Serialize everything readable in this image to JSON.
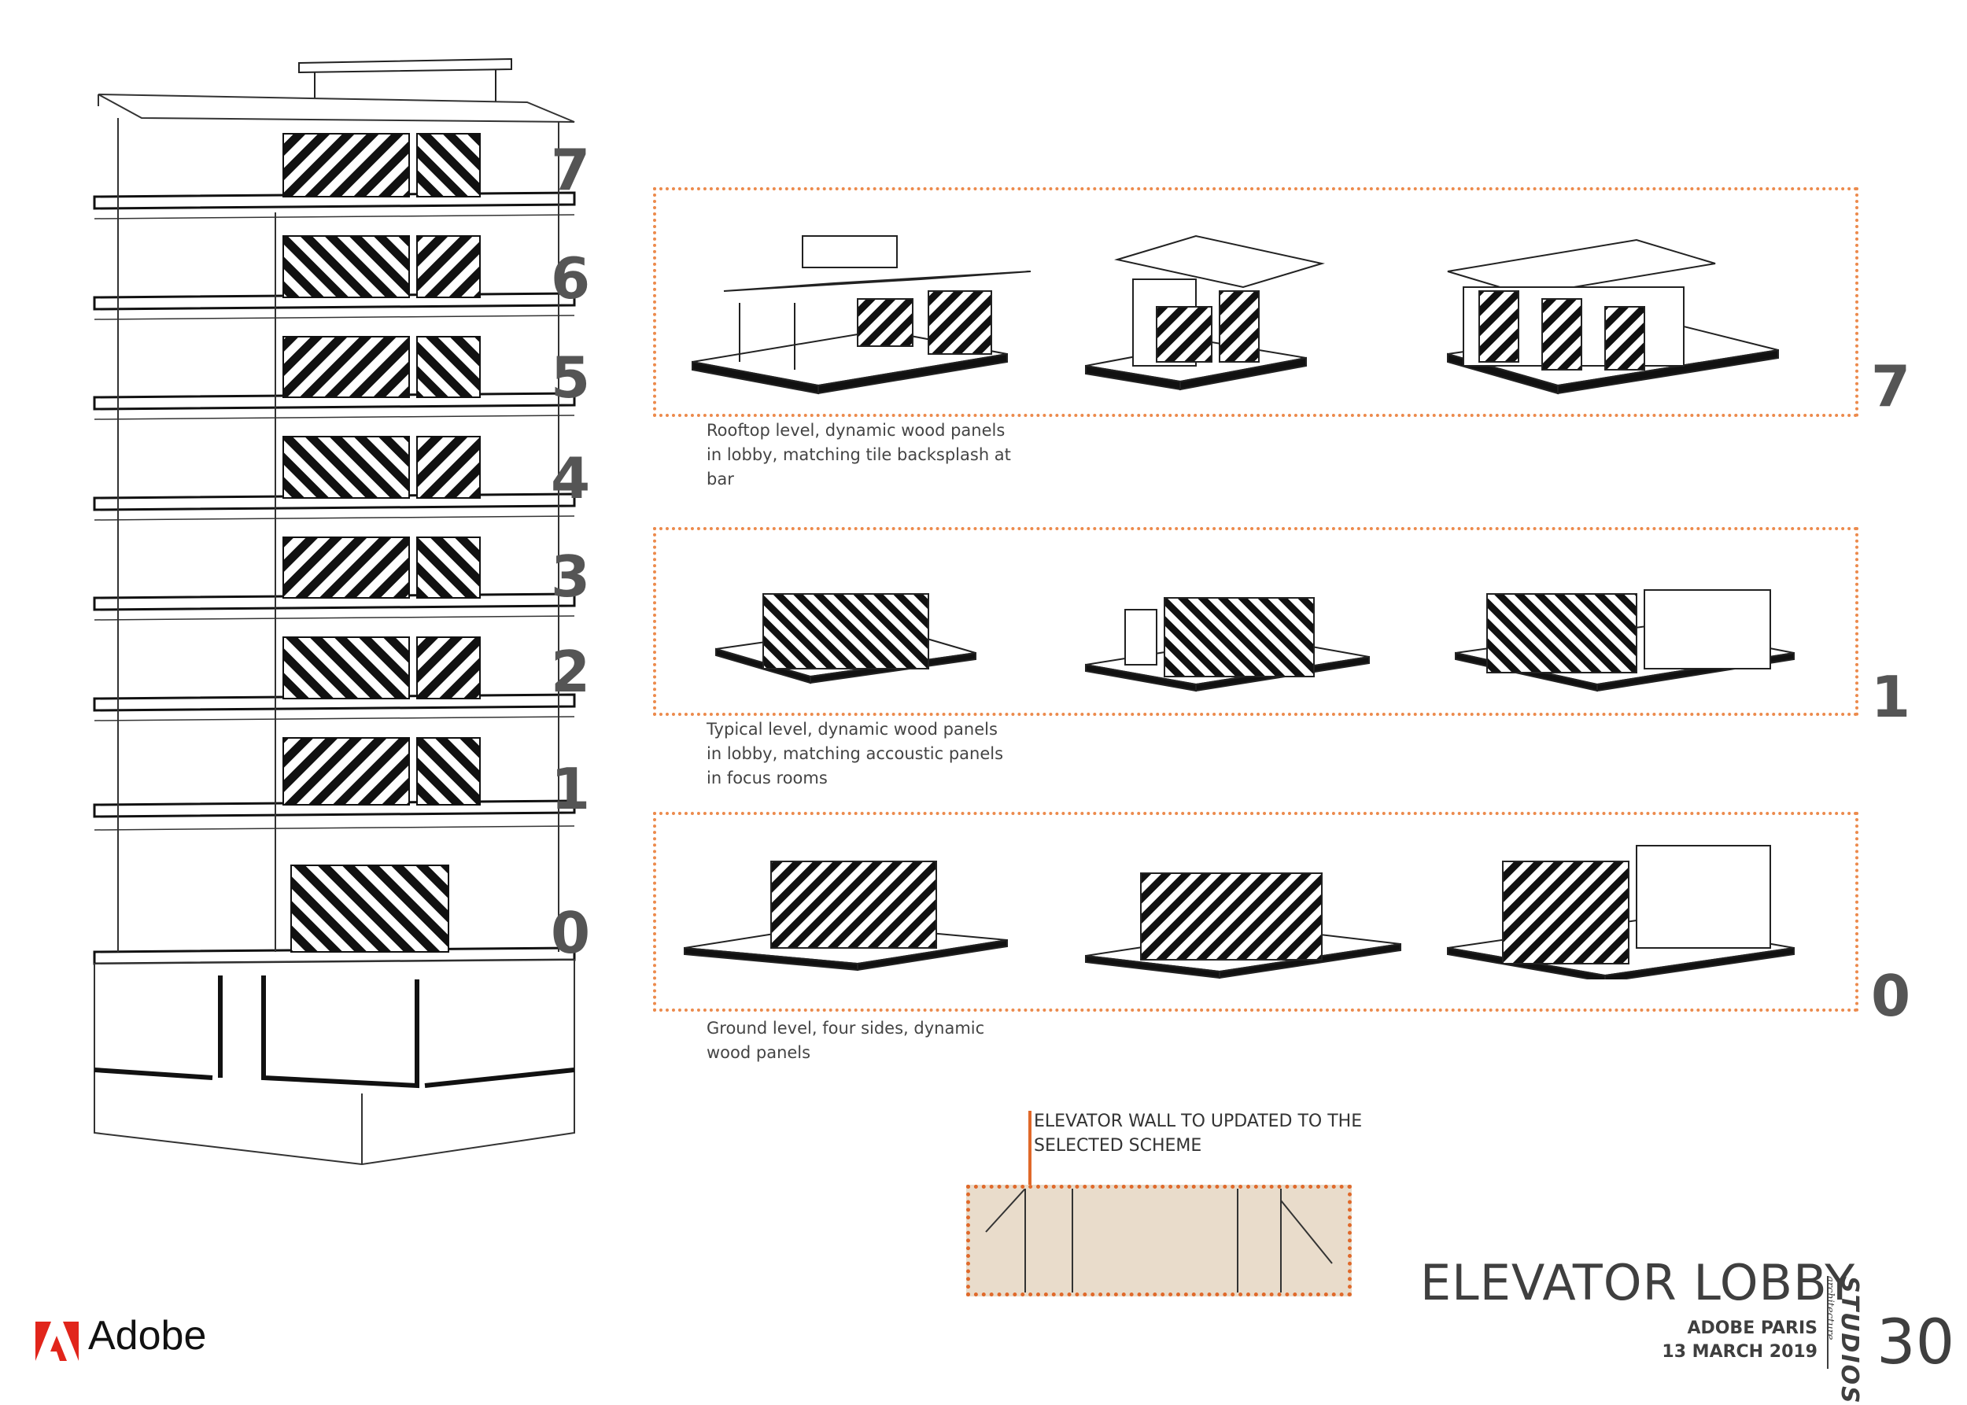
{
  "floors": [
    "7",
    "6",
    "5",
    "4",
    "3",
    "2",
    "1",
    "0"
  ],
  "levels": [
    {
      "number": "7",
      "caption": "Rooftop level, dynamic wood panels\nin lobby, matching tile backsplash at\nbar"
    },
    {
      "number": "1",
      "caption": "Typical level, dynamic wood panels\nin lobby, matching accoustic panels\nin focus rooms"
    },
    {
      "number": "0",
      "caption": "Ground level, four sides, dynamic\nwood panels"
    }
  ],
  "elevator_note": "ELEVATOR WALL TO UPDATED TO THE\nSELECTED SCHEME",
  "title": "ELEVATOR LOBBY",
  "project": "ADOBE PARIS",
  "date": "13 MARCH 2019",
  "page_number": "30",
  "studio": {
    "name": "STUDIOS",
    "sub": "architecture"
  },
  "brand": {
    "name": "Adobe"
  },
  "colors": {
    "accent": "#ec8a4c",
    "elevator_line": "#e0692a",
    "wood": "#e9dccb",
    "numbers": "#555555"
  }
}
